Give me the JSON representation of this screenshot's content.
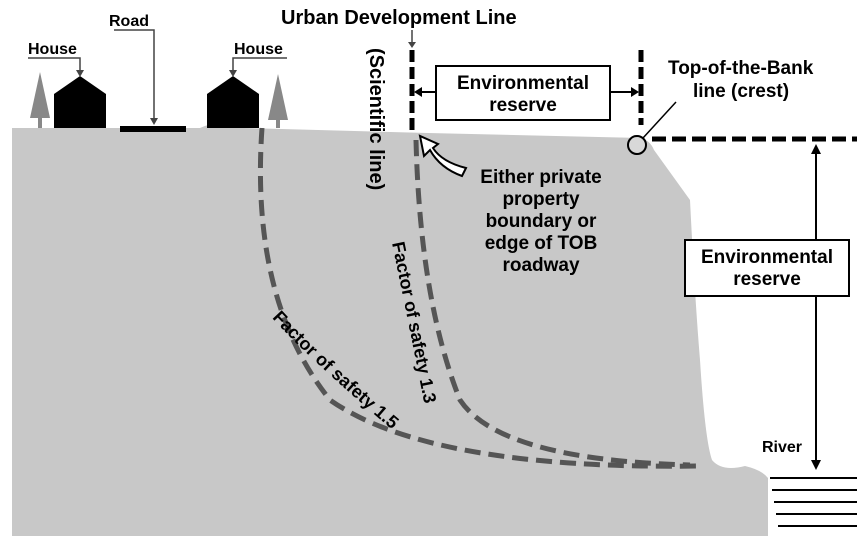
{
  "diagram": {
    "labels": {
      "urban_development_line": "Urban Development Line",
      "road": "Road",
      "house_left": "House",
      "house_right": "House",
      "scientific_line": "(Scientific line)",
      "environmental_reserve_top_1": "Environmental",
      "environmental_reserve_top_2": "reserve",
      "top_of_bank_1": "Top-of-the-Bank",
      "top_of_bank_2": "line (crest)",
      "boundary_note_1": "Either private",
      "boundary_note_2": "property",
      "boundary_note_3": "boundary or",
      "boundary_note_4": "edge of TOB",
      "boundary_note_5": "roadway",
      "environmental_reserve_side_1": "Environmental",
      "environmental_reserve_side_2": "reserve",
      "factor_safety_13": "Factor of safety 1.3",
      "factor_safety_15": "Factor of safety 1.5",
      "river": "River"
    },
    "colors": {
      "ground": "#c8c8c8",
      "outline": "#000000",
      "failure_curve": "#555555",
      "tree": "#888888"
    }
  }
}
